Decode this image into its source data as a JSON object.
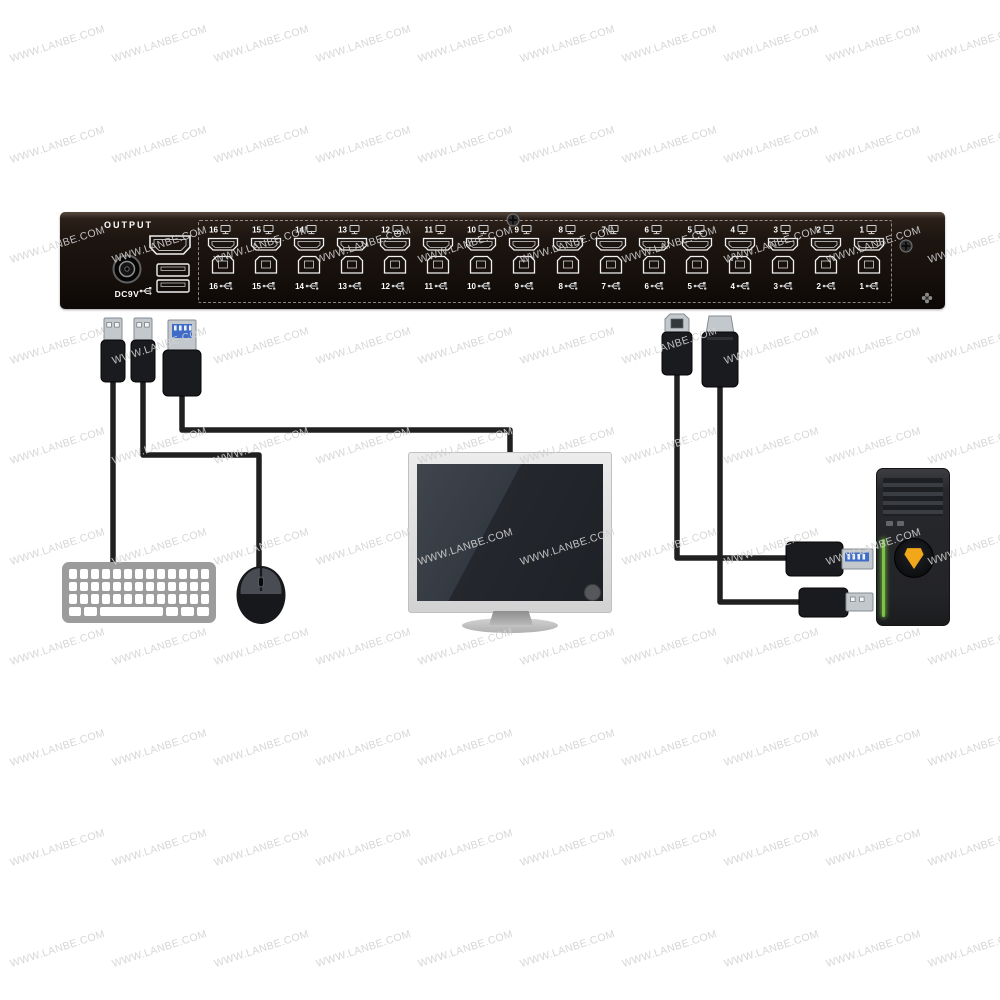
{
  "watermark": {
    "text": "WWW.LANBE.COM"
  },
  "device": {
    "output_label": "OUTPUT",
    "dc_label": "DC9V",
    "port_numbers": [
      "16",
      "15",
      "14",
      "13",
      "12",
      "11",
      "10",
      "9",
      "8",
      "7",
      "6",
      "5",
      "4",
      "3",
      "2",
      "1"
    ]
  },
  "icons": {
    "screw-icon": "phillips cross",
    "monitor-icon": "small display glyph beside top port number",
    "usb-icon": "usb trident glyph beside bottom port number",
    "vent-icon": "small fan/star at panel bottom right"
  },
  "colors": {
    "background": "#ffffff",
    "watermark": "#d2d2d2",
    "panel_dark": "#17110c",
    "port_outline": "#f0f0f0",
    "port_inner": "#cfd2d5",
    "cable": "#202020",
    "metal": "#c3c8cd",
    "usb_blue": "#3f6cc8",
    "keyboard_gray": "#9c9c9c",
    "monitor_frame": "#d9d9d9",
    "screen_dark": "#2b2e34",
    "tower_body": "#242527",
    "tower_yellow": "#f2a71b",
    "tower_green": "#7cc243"
  }
}
